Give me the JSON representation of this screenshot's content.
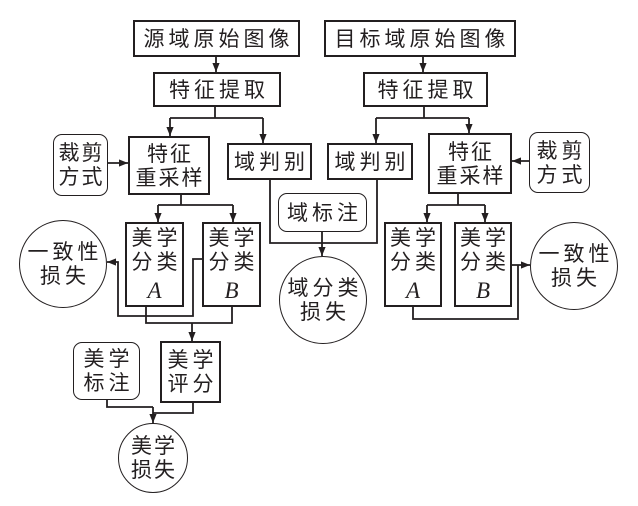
{
  "diagram": {
    "nodes": {
      "source_image": {
        "lines": [
          "源域原始图像"
        ]
      },
      "source_feature_extraction": {
        "lines": [
          "特征提取"
        ]
      },
      "target_image": {
        "lines": [
          "目标域原始图像"
        ]
      },
      "target_feature_extraction": {
        "lines": [
          "特征提取"
        ]
      },
      "source_crop_method": {
        "lines": [
          "裁剪",
          "方式"
        ]
      },
      "source_feature_resampling": {
        "lines": [
          "特征",
          "重采样"
        ]
      },
      "source_domain_discriminator": {
        "lines": [
          "域判别"
        ]
      },
      "target_domain_discriminator": {
        "lines": [
          "域判别"
        ]
      },
      "domain_label": {
        "lines": [
          "域标注"
        ]
      },
      "target_feature_resampling": {
        "lines": [
          "特征",
          "重采样"
        ]
      },
      "target_crop_method": {
        "lines": [
          "裁剪",
          "方式"
        ]
      },
      "source_aesthetic_classifier_a": {
        "lines": [
          "美学",
          "分类"
        ],
        "tag": "A"
      },
      "source_aesthetic_classifier_b": {
        "lines": [
          "美学",
          "分类"
        ],
        "tag": "B"
      },
      "target_aesthetic_classifier_a": {
        "lines": [
          "美学",
          "分类"
        ],
        "tag": "A"
      },
      "target_aesthetic_classifier_b": {
        "lines": [
          "美学",
          "分类"
        ],
        "tag": "B"
      },
      "source_consistency_loss": {
        "lines": [
          "一致性",
          "损失"
        ]
      },
      "target_consistency_loss": {
        "lines": [
          "一致性",
          "损失"
        ]
      },
      "domain_classification_loss": {
        "lines": [
          "域分类",
          "损失"
        ]
      },
      "aesthetic_label": {
        "lines": [
          "美学",
          "标注"
        ]
      },
      "aesthetic_score": {
        "lines": [
          "美学",
          "评分"
        ]
      },
      "aesthetic_loss": {
        "lines": [
          "美学",
          "损失"
        ]
      }
    }
  },
  "colors": {
    "stroke": "#231f20",
    "text": "#231f20",
    "background": "#ffffff"
  }
}
